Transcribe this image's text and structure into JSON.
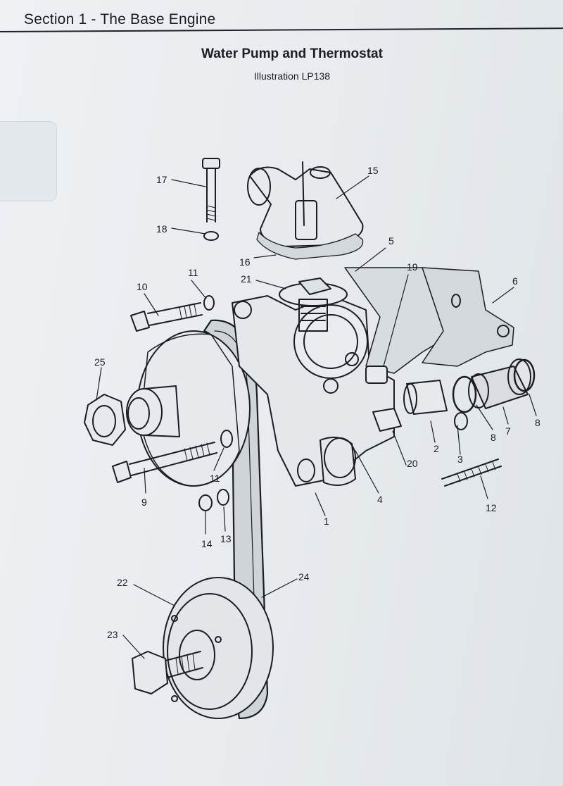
{
  "header": {
    "section": "Section 1 - The Base Engine",
    "title": "Water Pump and Thermostat",
    "subtitle": "Illustration LP138"
  },
  "callouts": [
    "1",
    "2",
    "3",
    "4",
    "5",
    "6",
    "7",
    "8",
    "8",
    "9",
    "10",
    "11",
    "11",
    "12",
    "13",
    "14",
    "15",
    "16",
    "17",
    "18",
    "19",
    "20",
    "21",
    "22",
    "23",
    "24",
    "25"
  ],
  "colors": {
    "ink": "#1b1d22",
    "paper": "#e9edf0"
  }
}
